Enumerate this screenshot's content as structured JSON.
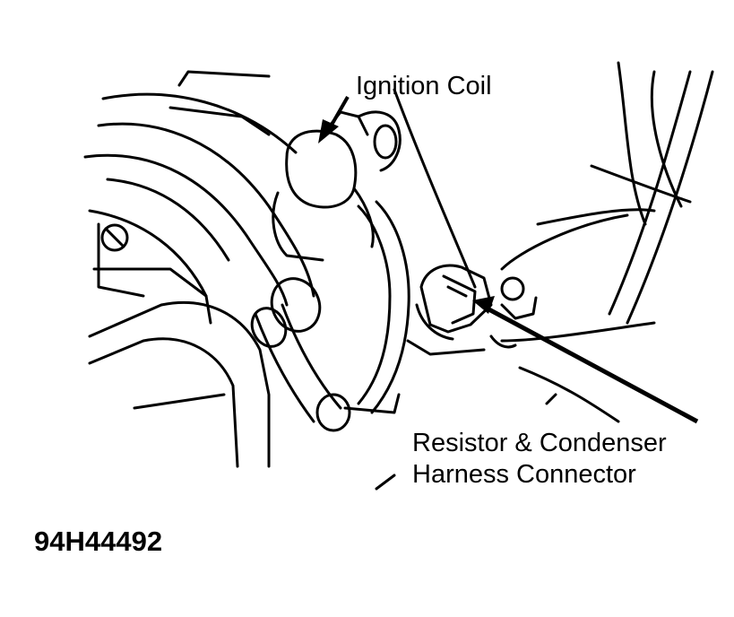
{
  "labels": {
    "ignition_coil": "Ignition Coil",
    "connector_line1": "Resistor & Condenser",
    "connector_line2": "Harness Connector"
  },
  "figure_code": "94H44492",
  "colors": {
    "ink": "#000000",
    "paper": "#ffffff"
  }
}
